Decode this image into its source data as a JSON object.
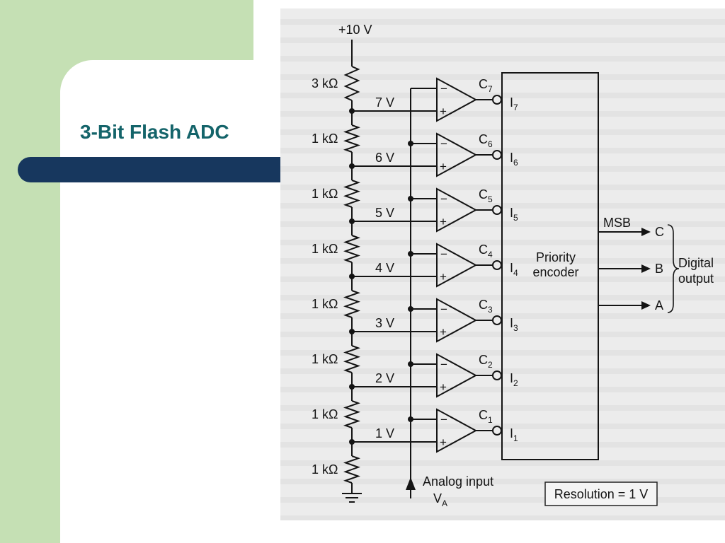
{
  "slide": {
    "title": "3-Bit Flash ADC",
    "colors": {
      "background_band": "#c5e0b4",
      "title_bar": "#17375e",
      "title_text": "#14646a",
      "scanned_figure_background": "#ececec",
      "line_art": "#141414"
    }
  },
  "circuit": {
    "supply_label": "+10 V",
    "resistors": [
      "3 kΩ",
      "1 kΩ",
      "1 kΩ",
      "1 kΩ",
      "1 kΩ",
      "1 kΩ",
      "1 kΩ",
      "1 kΩ"
    ],
    "comparator_signs": {
      "inverting": "−",
      "non_inverting": "+"
    },
    "stages": [
      {
        "ref_voltage": "7 V",
        "comparator": "C",
        "comparator_sub": "7",
        "encoder_input": "I",
        "encoder_input_sub": "7"
      },
      {
        "ref_voltage": "6 V",
        "comparator": "C",
        "comparator_sub": "6",
        "encoder_input": "I",
        "encoder_input_sub": "6"
      },
      {
        "ref_voltage": "5 V",
        "comparator": "C",
        "comparator_sub": "5",
        "encoder_input": "I",
        "encoder_input_sub": "5"
      },
      {
        "ref_voltage": "4 V",
        "comparator": "C",
        "comparator_sub": "4",
        "encoder_input": "I",
        "encoder_input_sub": "4"
      },
      {
        "ref_voltage": "3 V",
        "comparator": "C",
        "comparator_sub": "3",
        "encoder_input": "I",
        "encoder_input_sub": "3"
      },
      {
        "ref_voltage": "2 V",
        "comparator": "C",
        "comparator_sub": "2",
        "encoder_input": "I",
        "encoder_input_sub": "2"
      },
      {
        "ref_voltage": "1 V",
        "comparator": "C",
        "comparator_sub": "1",
        "encoder_input": "I",
        "encoder_input_sub": "1"
      }
    ],
    "priority_encoder": {
      "label_lines": [
        "Priority",
        "encoder"
      ],
      "msb_label": "MSB",
      "outputs": [
        "C",
        "B",
        "A"
      ]
    },
    "digital_output_label_lines": [
      "Digital",
      "output"
    ],
    "analog_input": {
      "label": "Analog input",
      "symbol": "V",
      "symbol_sub": "A"
    },
    "resolution_note": "Resolution = 1 V",
    "icons": {
      "ground": "ground-icon",
      "input_arrow": "arrow-up-icon",
      "output_arrows": "arrow-right-icon",
      "output_group": "curly-brace-icon"
    }
  }
}
